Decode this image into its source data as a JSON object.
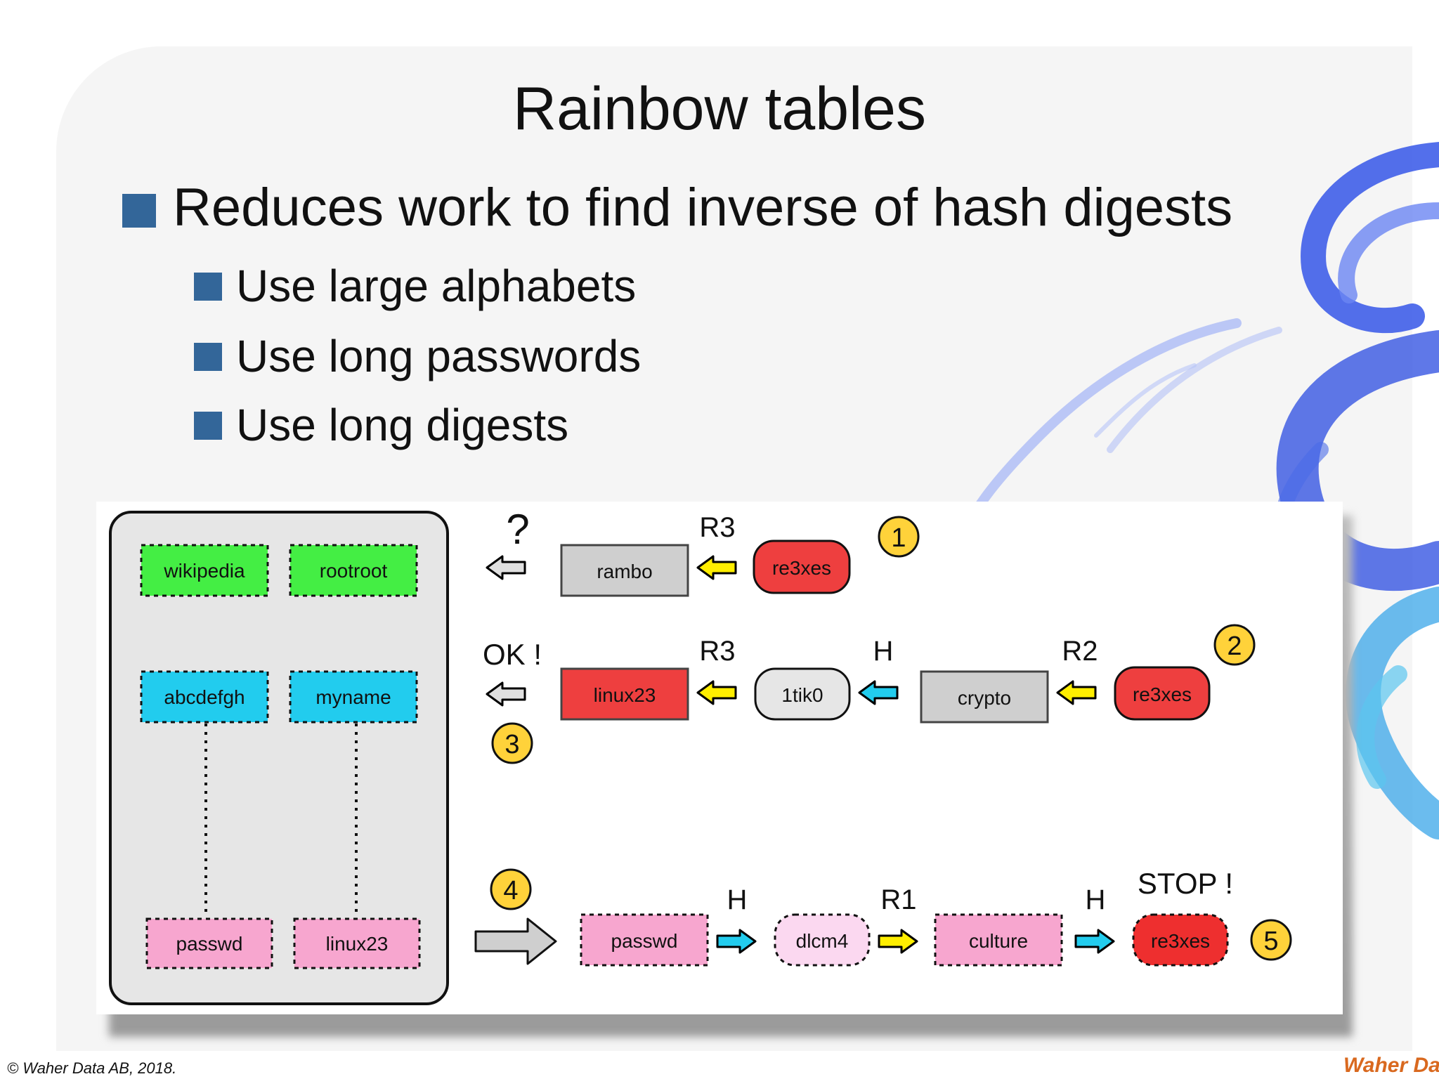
{
  "slide": {
    "title": "Rainbow tables",
    "bullet_main": "Reduces work to find inverse of hash digests",
    "sub_bullets": [
      "Use large alphabets",
      "Use long passwords",
      "Use long digests"
    ],
    "footer": "© Waher Data AB, 2018.",
    "logo_text": "Waher Data"
  },
  "diagram": {
    "table": {
      "top_row": [
        "wikipedia",
        "rootroot"
      ],
      "mid_row": [
        "abcdefgh",
        "myname"
      ],
      "bottom_row": [
        "passwd",
        "linux23"
      ]
    },
    "row1": {
      "mark": "?",
      "reduce": "R3",
      "plain": "rambo",
      "hash": "re3xes",
      "step": "1"
    },
    "row2": {
      "ok": "OK !",
      "found": "linux23",
      "reduce3": "R3",
      "node": "1tik0",
      "hash_label": "H",
      "plain": "crypto",
      "reduce2": "R2",
      "hash": "re3xes",
      "step": "2",
      "step3": "3"
    },
    "row3": {
      "step": "4",
      "start": "passwd",
      "h1": "H",
      "node1": "dlcm4",
      "reduce1": "R1",
      "word": "culture",
      "h2": "H",
      "end": "re3xes",
      "stop": "STOP !",
      "step5": "5"
    },
    "colors": {
      "green": "#44ee44",
      "cyan": "#22ccee",
      "pink": "#f7a6cf",
      "red": "#ee3f3f",
      "grey": "#cfcfcf",
      "yellow": "#ffee00",
      "badge": "#ffd23a",
      "light_pink": "#fbd8f0"
    }
  }
}
